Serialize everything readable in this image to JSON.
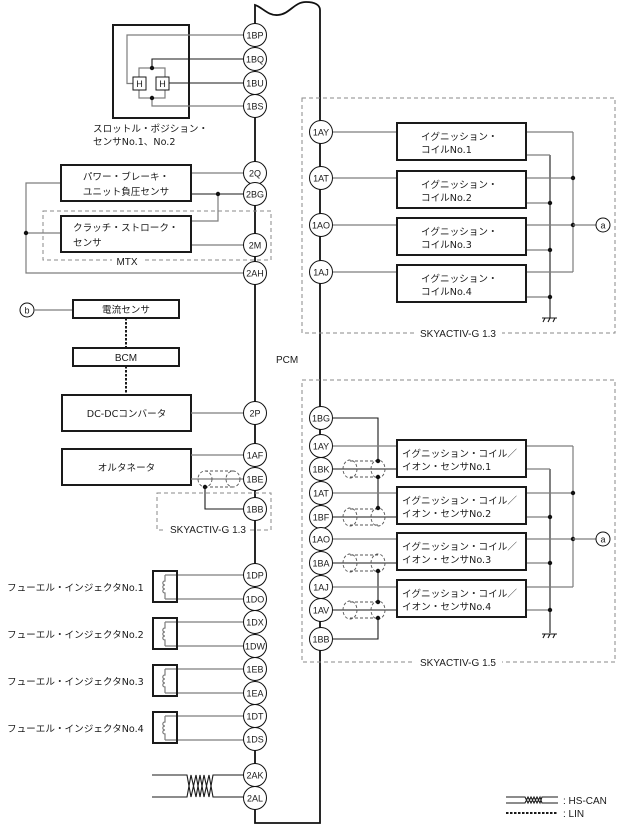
{
  "diagram": {
    "pcm_label": "PCM",
    "pcm_connectors": [
      "1BP",
      "1BQ",
      "1BU",
      "1BS",
      "2Q",
      "2BG",
      "2M",
      "2AH",
      "2P",
      "1AF",
      "1BE",
      "1BB",
      "1DP",
      "1DO",
      "1DX",
      "1DW",
      "1EB",
      "1EA",
      "1DT",
      "1DS",
      "2AK",
      "2AL"
    ],
    "throttle_sensor": {
      "label_lines": [
        "スロットル・ポジション・",
        "センサNo.1、No.2"
      ],
      "hall_elements": [
        "H",
        "H"
      ]
    },
    "power_brake_sensor": {
      "label_lines": [
        "パワー・ブレーキ・",
        "ユニット負圧センサ"
      ]
    },
    "clutch_stroke_sensor": {
      "label_lines": [
        "クラッチ・ストローク・",
        "センサ"
      ]
    },
    "mtx_group_label": "MTX",
    "terminal_b": "b",
    "current_sensor": "電流センサ",
    "bcm": "BCM",
    "dcdc_converter": "DC-DCコンバータ",
    "alternator": "オルタネータ",
    "alternator_group_label": "SKYACTIV-G 1.3",
    "injectors": [
      {
        "label": "フューエル・インジェクタNo.1"
      },
      {
        "label": "フューエル・インジェクタNo.2"
      },
      {
        "label": "フューエル・インジェクタNo.3"
      },
      {
        "label": "フューエル・インジェクタNo.4"
      }
    ],
    "skyactiv_13": {
      "label": "SKYACTIV-G 1.3",
      "connectors": [
        "1AY",
        "1AT",
        "1AO",
        "1AJ"
      ],
      "coils": [
        [
          "イグニッション・",
          "コイルNo.1"
        ],
        [
          "イグニッション・",
          "コイルNo.2"
        ],
        [
          "イグニッション・",
          "コイルNo.3"
        ],
        [
          "イグニッション・",
          "コイルNo.4"
        ]
      ],
      "terminal": "a"
    },
    "skyactiv_15": {
      "label": "SKYACTIV-G 1.5",
      "connectors": [
        "1BG",
        "1AY",
        "1BK",
        "1AT",
        "1BF",
        "1AO",
        "1BA",
        "1AJ",
        "1AV",
        "1BB"
      ],
      "coils": [
        [
          "イグニッション・コイル／",
          "イオン・センサNo.1"
        ],
        [
          "イグニッション・コイル／",
          "イオン・センサNo.2"
        ],
        [
          "イグニッション・コイル／",
          "イオン・センサNo.3"
        ],
        [
          "イグニッション・コイル／",
          "イオン・センサNo.4"
        ]
      ],
      "terminal": "a"
    },
    "legend": [
      {
        "symbol": "twisted-pair",
        "label": ": HS-CAN"
      },
      {
        "symbol": "dashed-line",
        "label": ": LIN"
      }
    ]
  }
}
